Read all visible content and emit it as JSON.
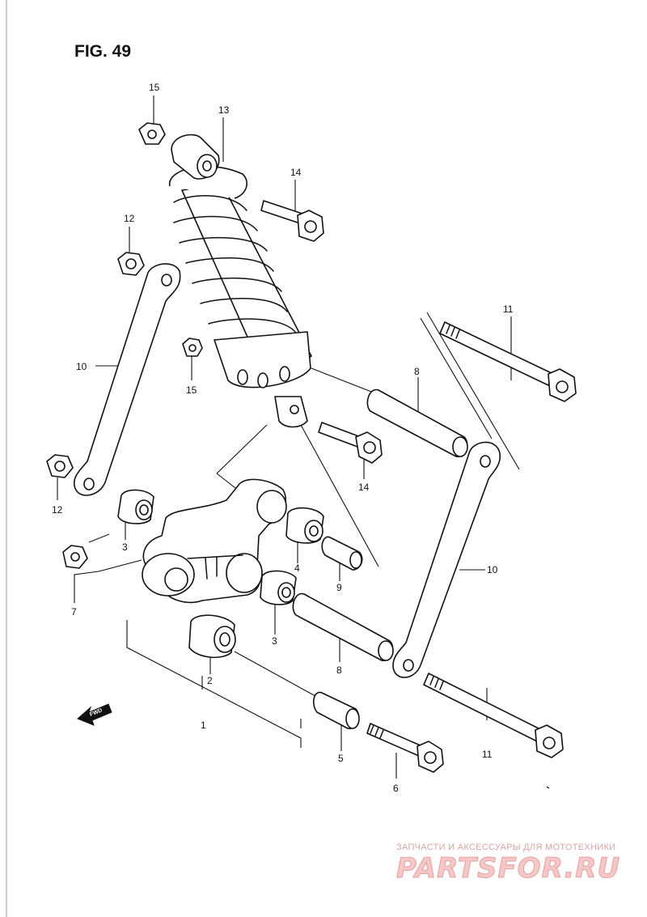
{
  "figure": {
    "title": "FIG. 49"
  },
  "callouts": {
    "c1": "1",
    "c2": "2",
    "c3a": "3",
    "c3b": "3",
    "c4": "4",
    "c5": "5",
    "c6": "6",
    "c7": "7",
    "c8a": "8",
    "c8b": "8",
    "c9": "9",
    "c10a": "10",
    "c10b": "10",
    "c11a": "11",
    "c11b": "11",
    "c12a": "12",
    "c12b": "12",
    "c13": "13",
    "c14a": "14",
    "c14b": "14",
    "c15a": "15",
    "c15b": "15"
  },
  "fwd_arrow": {
    "label": "FWD"
  },
  "watermark": {
    "caption": "ЗАПЧАСТИ И АКСЕССУАРЫ ДЛЯ МОТОТЕХНИКИ",
    "logo": "PARTSFOR.RU"
  }
}
